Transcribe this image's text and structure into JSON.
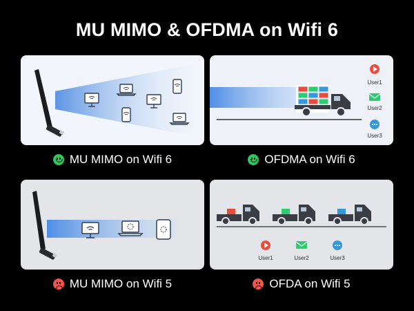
{
  "title": "MU MIMO & OFDMA on Wifi 6",
  "captions": {
    "mumimo_wifi6": "MU MIMO on Wifi 6",
    "ofdma_wifi6": "OFDMA on Wifi 6",
    "mumimo_wifi5": "MU MIMO on Wifi 5",
    "ofda_wifi5": "OFDA on Wifi 5"
  },
  "users": {
    "user1": "User1",
    "user2": "User2",
    "user3": "User3"
  },
  "colors": {
    "good": "#29c95a",
    "bad": "#f0544a",
    "user1": "#e74c3c",
    "user2": "#2ecc71",
    "user3": "#3498db",
    "beam": "#6ea4e8"
  },
  "icons": [
    "wifi-adapter-icon",
    "monitor-wifi-icon",
    "laptop-wifi-icon",
    "phone-wifi-icon",
    "truck-icon",
    "play-icon",
    "mail-icon",
    "chat-icon",
    "smile-icon",
    "frown-icon"
  ]
}
